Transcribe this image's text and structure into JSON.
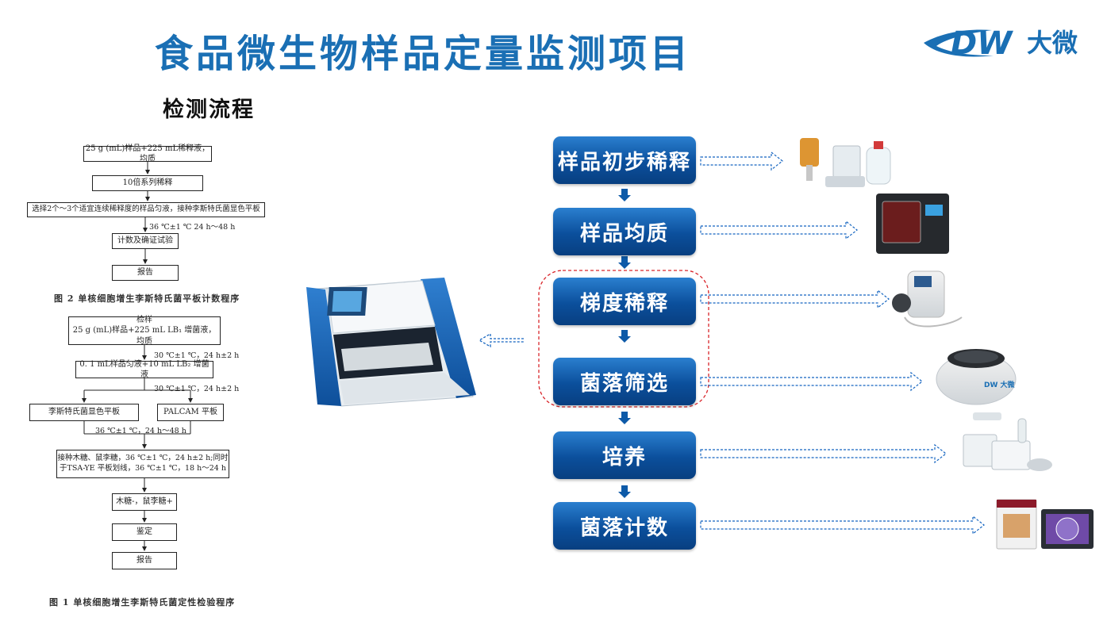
{
  "title": "食品微生物样品定量监测项目",
  "subtitle": "检测流程",
  "logo": {
    "brand": "DW",
    "name": "大微"
  },
  "flowchart_quant": {
    "boxes": [
      "25 g (mL)样品+225 mL稀释液，均质",
      "10倍系列稀释",
      "选择2个～3个适宜连续稀释度的样品匀液，接种李斯特氏菌显色平板",
      "计数及确证试验",
      "报告"
    ],
    "condition": "36 ℃±1 ℃  24 h～48 h",
    "caption": "图 2   单核细胞增生李斯特氏菌平板计数程序"
  },
  "flowchart_qual": {
    "box_sample_title": "检样",
    "box_sample_body": "25 g (mL)样品+225 mL LB₁ 增菌液，均质",
    "cond1": "30 ℃±1 ℃，24 h±2 h",
    "box_second": "0. 1 mL样品匀液+10 mL LB₂ 增菌液",
    "cond2": "30 ℃±1 ℃，24 h±2 h",
    "box_left_plate": "李斯特氏菌显色平板",
    "box_right_plate": "PALCAM 平板",
    "cond3": "36 ℃±1 ℃，24 h～48 h",
    "box_inoculate_line1": "接种木糖、鼠李糖，36 ℃±1 ℃，24 h±2 h;同时",
    "box_inoculate_line2": "于TSA-YE 平板划线，36 ℃±1 ℃，18 h～24 h",
    "box_sugar": "木糖-，鼠李糖+",
    "box_identify": "鉴定",
    "box_report": "报告",
    "caption": "图 1   单核细胞增生李斯特氏菌定性检验程序"
  },
  "process_steps": [
    "样品初步稀释",
    "样品均质",
    "梯度稀释",
    "菌落筛选",
    "培养",
    "菌落计数"
  ],
  "device_logo": "DW 大微",
  "colors": {
    "title": "#1a6fb4",
    "step": "#0b4f9c",
    "highlight": "#d9262b",
    "arrow": "#1565c0"
  }
}
